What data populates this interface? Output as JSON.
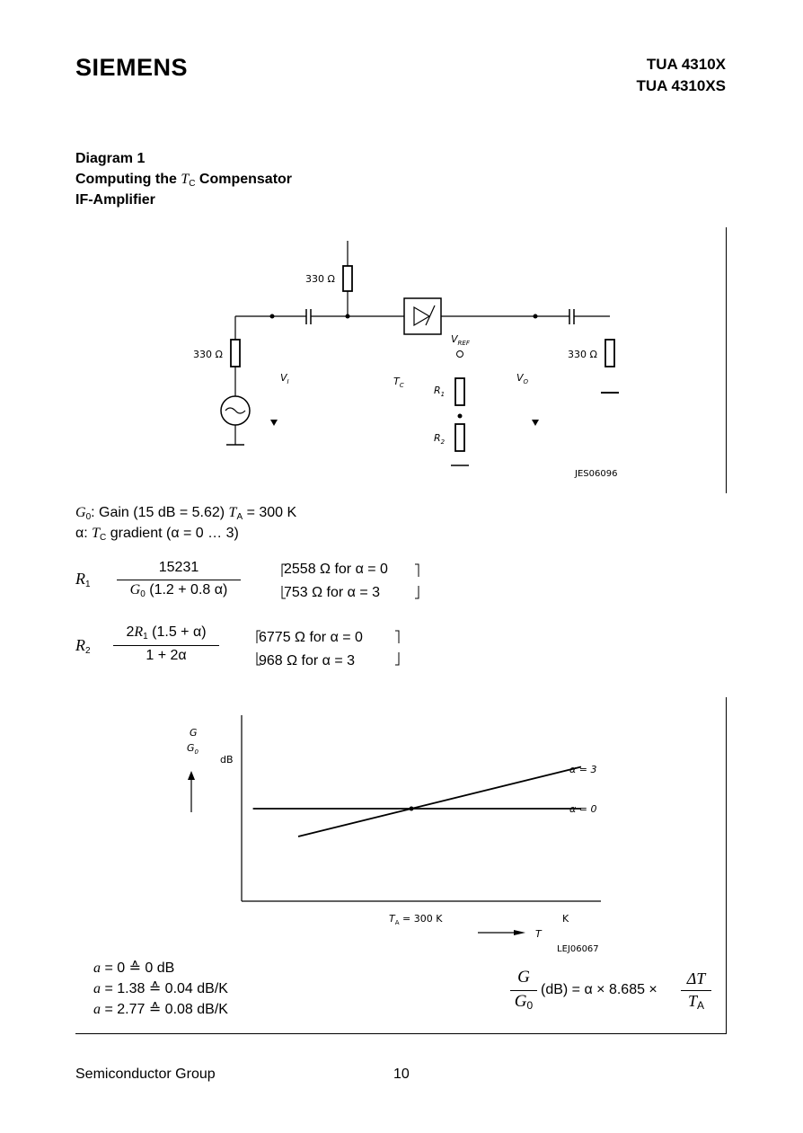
{
  "header": {
    "brand": "SIEMENS",
    "part_number_1": "TUA 4310X",
    "part_number_2": "TUA 4310XS"
  },
  "diagram_heading": {
    "line1": "Diagram 1",
    "line2_pre": "Computing the ",
    "line2_var": "T",
    "line2_sub": "C",
    "line2_post": " Compensator",
    "line3": "IF-Amplifier"
  },
  "schematic": {
    "resistor_top": "330 Ω",
    "resistor_left": "330 Ω",
    "resistor_right": "330 Ω",
    "vref": "V",
    "vref_sub": "REF",
    "vi": "V",
    "vi_sub": "I",
    "tc": "T",
    "tc_sub": "C",
    "vo": "V",
    "vo_sub": "O",
    "r1": "R",
    "r1_sub": "1",
    "r2": "R",
    "r2_sub": "2",
    "code": "JES06096"
  },
  "definitions": {
    "g0_var": "G",
    "g0_sub": "0",
    "g0_text": ": Gain (15 dB = 5.62) ",
    "ta_var": "T",
    "ta_sub": "A",
    "ta_text": " = 300 K",
    "alpha_text": "α: ",
    "tc_var": "T",
    "tc_sub": "C",
    "alpha_rest": " gradient (α = 0 … 3)"
  },
  "formula_r1": {
    "label": "R",
    "label_sub": "1",
    "numerator": "15231",
    "den_var": "G",
    "den_sub": "0",
    "den_rest": " (1.2 + 0.8 α)",
    "case1": "2558 Ω for α = 0",
    "case2": "753 Ω for α = 3"
  },
  "formula_r2": {
    "label": "R",
    "label_sub": "2",
    "num_pre": "2",
    "num_var": "R",
    "num_sub": "1",
    "num_rest": " (1.5 + α)",
    "denominator": "1 + 2α",
    "case1": "6775 Ω for α = 0",
    "case2": "968 Ω for α = 3"
  },
  "chart_data": {
    "type": "line",
    "xlabel": "T",
    "x_unit": "K",
    "x_tick": "T_A = 300 K",
    "ylabel": "G / G0",
    "y_unit": "dB",
    "series": [
      {
        "name": "α = 3",
        "x_rel": [
          -1,
          1.5
        ],
        "y_rel": [
          -1,
          1.5
        ]
      },
      {
        "name": "α = 0",
        "x_rel": [
          -1.4,
          1.5
        ],
        "y_rel": [
          0,
          0
        ]
      }
    ],
    "grid": false,
    "code": "LEJ06067"
  },
  "chart_labels": {
    "y_top": "G",
    "y_bot": "G",
    "y_bot_sub": "0",
    "unit": "dB",
    "alpha3": "α = 3",
    "alpha0": "α = 0",
    "xtick": "T",
    "xtick_sub": "A",
    "xtick_rest": " = 300 K",
    "xunit": "K",
    "xarrow_label": "T",
    "code": "LEJ06067"
  },
  "notes": {
    "n1_var": "a",
    "n1": " = 0 ≙ 0 dB",
    "n2_var": "a",
    "n2": " = 1.38 ≙ 0.04 dB/K",
    "n3_var": "a",
    "n3": " = 2.77 ≙ 0.08 dB/K"
  },
  "gain_formula": {
    "num": "G",
    "den": "G",
    "den_sub": "0",
    "mid": "(dB) =  α × 8.685 ×",
    "rnum": "ΔT",
    "rden": "T",
    "rden_sub": "A"
  },
  "footer": {
    "company": "Semiconductor Group",
    "page": "10"
  }
}
